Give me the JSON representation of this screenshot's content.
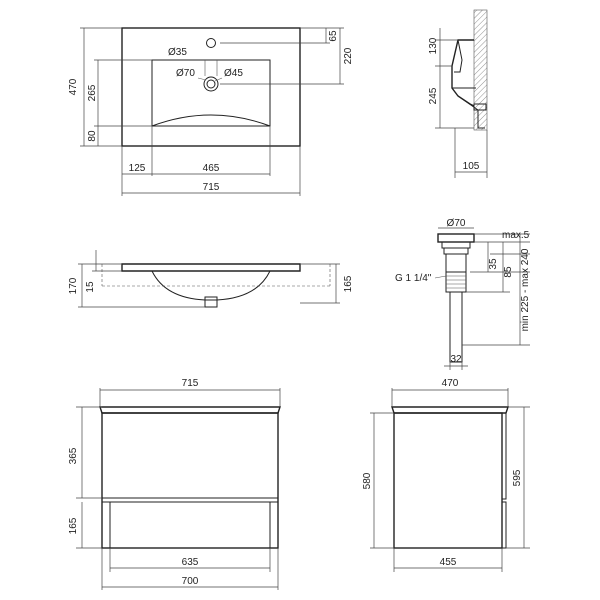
{
  "dims": {
    "d35": "Ø35",
    "d65": "65",
    "d220": "220",
    "d470a": "470",
    "d265": "265",
    "d80": "80",
    "d70a": "Ø70",
    "d45": "Ø45",
    "d125": "125",
    "d465": "465",
    "d715a": "715",
    "d130": "130",
    "d245": "245",
    "d105": "105",
    "d170": "170",
    "d15": "15",
    "d165a": "165",
    "d70b": "Ø70",
    "dmax5": "max.5",
    "d35b": "35",
    "d85": "85",
    "dminmax": "min 225 - max 240",
    "dg": "G 1 1/4\"",
    "d32": "32",
    "d715b": "715",
    "d365": "365",
    "d165b": "165",
    "d635": "635",
    "d700": "700",
    "d470b": "470",
    "d580": "580",
    "d595": "595",
    "d455": "455"
  }
}
